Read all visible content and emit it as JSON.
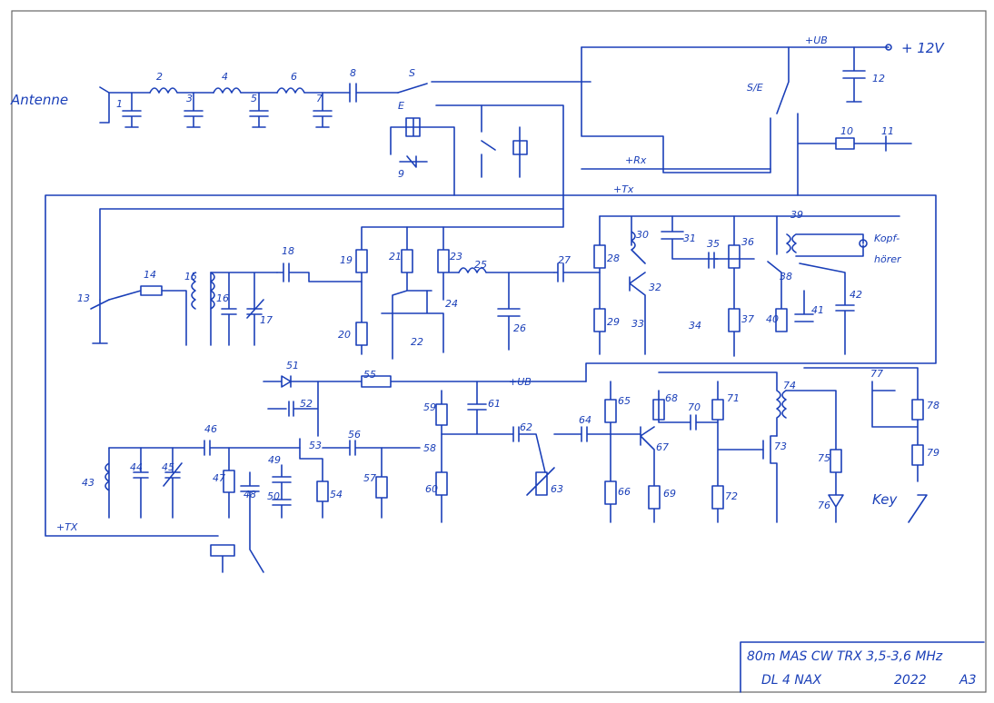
{
  "colors": {
    "ink": "#1a3fb8",
    "paper": "#ffffff"
  },
  "labels": {
    "antenna": "Antenne",
    "s": "S",
    "e": "E",
    "ub_top": "+UB",
    "supply": "+ 12V",
    "se": "S/E",
    "rx": "+Rx",
    "tx": "+Tx",
    "tx_left": "+TX",
    "ub_mid": "+UB",
    "kopf1": "Kopf-",
    "kopf2": "hörer",
    "key": "Key"
  },
  "components": [
    "1",
    "2",
    "3",
    "4",
    "5",
    "6",
    "7",
    "8",
    "9",
    "10",
    "11",
    "12",
    "13",
    "14",
    "15",
    "16",
    "17",
    "18",
    "19",
    "20",
    "21",
    "22",
    "23",
    "24",
    "25",
    "26",
    "27",
    "28",
    "29",
    "30",
    "31",
    "32",
    "33",
    "34",
    "35",
    "36",
    "37",
    "38",
    "39",
    "40",
    "41",
    "42",
    "43",
    "44",
    "45",
    "46",
    "47",
    "48",
    "49",
    "50",
    "51",
    "52",
    "53",
    "54",
    "55",
    "56",
    "57",
    "58",
    "59",
    "60",
    "61",
    "62",
    "63",
    "64",
    "65",
    "66",
    "67",
    "68",
    "69",
    "70",
    "71",
    "72",
    "73",
    "74",
    "75",
    "76",
    "77",
    "78",
    "79"
  ],
  "title_block": {
    "title": "80m MAS CW TRX 3,5-3,6 MHz",
    "author": "DL 4 NAX",
    "year": "2022",
    "sheet": "A3"
  }
}
